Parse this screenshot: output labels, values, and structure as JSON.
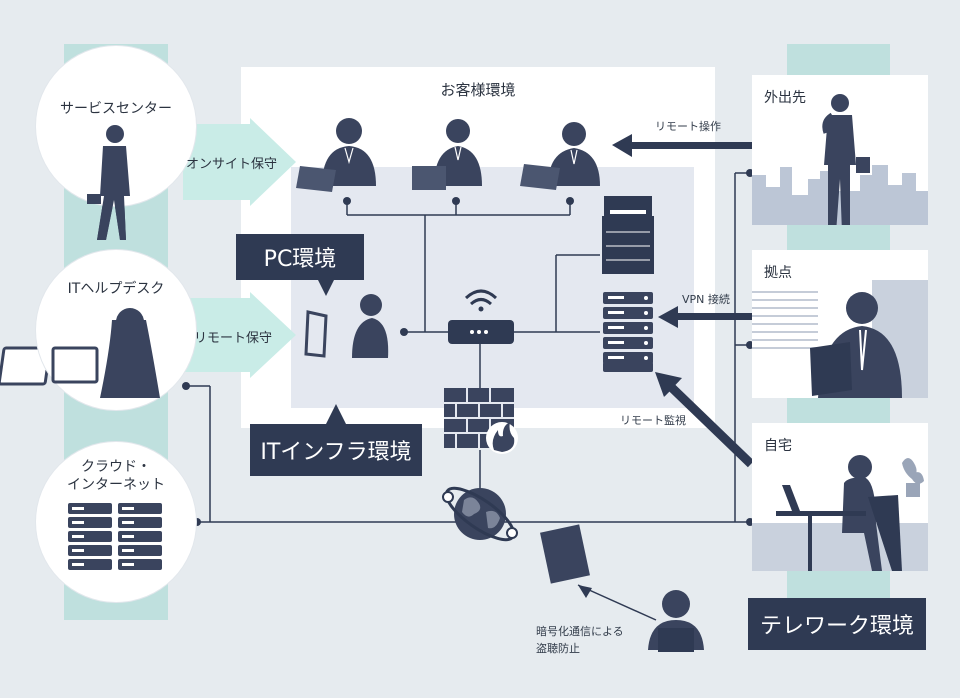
{
  "customer_env": {
    "title": "お客様環境"
  },
  "left": {
    "service_center": "サービスセンター",
    "it_helpdesk": "ITヘルプデスク",
    "cloud_line1": "クラウド・",
    "cloud_line2": "インターネット"
  },
  "arrows": {
    "onsite": "オンサイト保守",
    "remote_maintenance": "リモート保守",
    "remote_operation": "リモート操作",
    "vpn": "VPN 接続",
    "remote_monitoring": "リモート監視"
  },
  "labels": {
    "pc_env": "PC環境",
    "it_infra": "ITインフラ環境",
    "telework": "テレワーク環境"
  },
  "right": {
    "outside": "外出先",
    "base": "拠点",
    "home": "自宅"
  },
  "security": {
    "line1": "暗号化通信による",
    "line2": "盗聴防止"
  },
  "colors": {
    "navy": "#2f3a53",
    "mint": "#bfe0de",
    "bg": "#e6ebef"
  }
}
